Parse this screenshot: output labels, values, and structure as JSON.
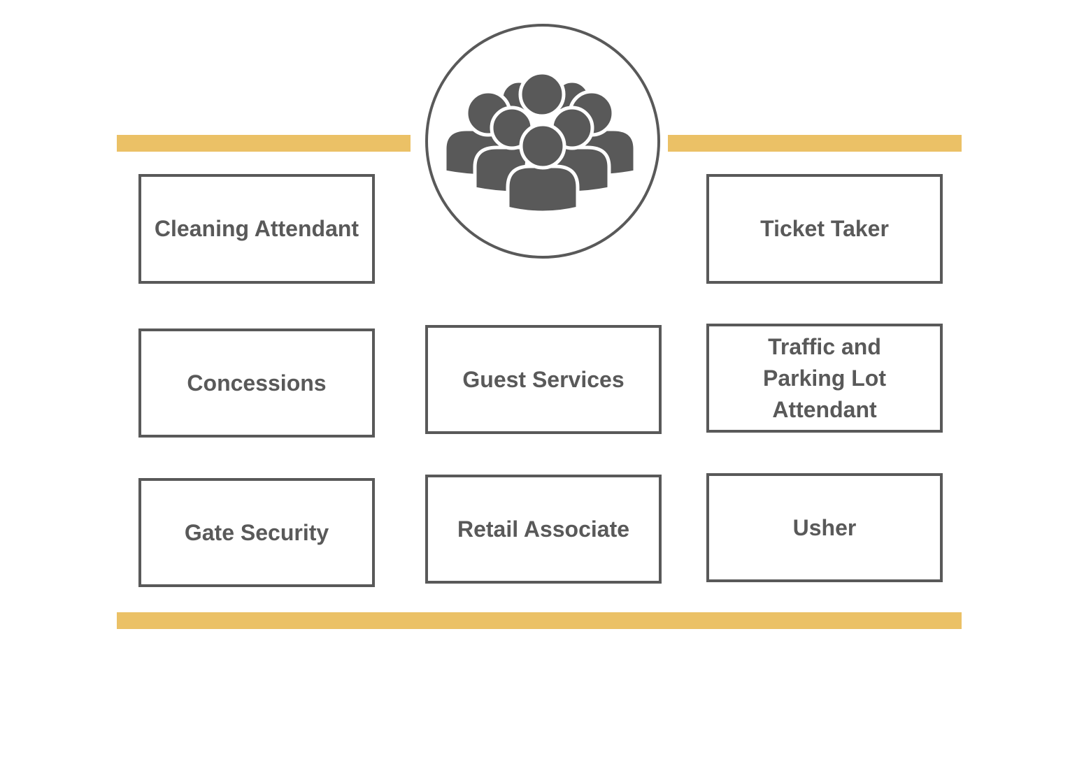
{
  "icon": {
    "name": "group-of-people-icon",
    "color": "#595959"
  },
  "accent_color": "#EBC166",
  "roles": {
    "cleaning_attendant": "Cleaning Attendant",
    "ticket_taker": "Ticket Taker",
    "concessions": "Concessions",
    "guest_services": "Guest Services",
    "traffic_line1": "Traffic and",
    "traffic_line2": "Parking Lot",
    "traffic_line3": "Attendant",
    "gate_security": "Gate Security",
    "retail_associate": "Retail Associate",
    "usher": "Usher"
  }
}
